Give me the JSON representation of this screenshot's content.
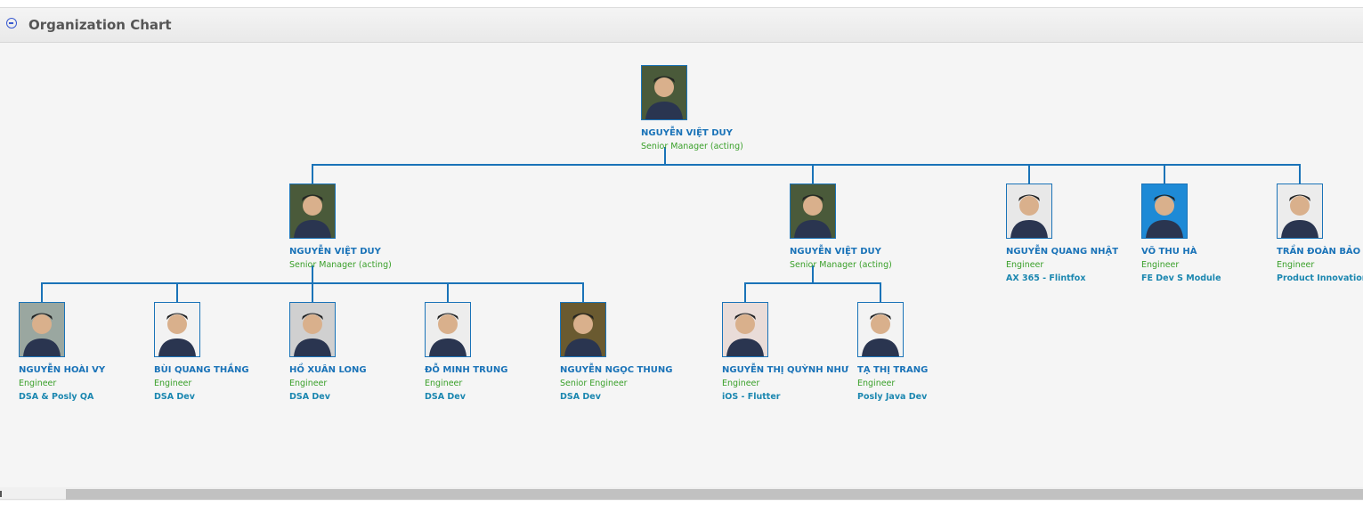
{
  "panel": {
    "title": "Organization Chart"
  },
  "nodes": [
    {
      "name": "NGUYỄN VIỆT DUY",
      "role": "Senior Manager (acting)",
      "dept": "",
      "photo_bg": "#4a5a3a"
    },
    {
      "name": "NGUYỄN VIỆT DUY",
      "role": "Senior Manager (acting)",
      "dept": "",
      "photo_bg": "#4a5a3a"
    },
    {
      "name": "NGUYỄN VIỆT DUY",
      "role": "Senior Manager (acting)",
      "dept": "",
      "photo_bg": "#4a5a3a"
    },
    {
      "name": "NGUYỄN QUANG NHẬT",
      "role": "Engineer",
      "dept": "AX 365 - Flintfox",
      "photo_bg": "#e8e8e8"
    },
    {
      "name": "VÕ THU HÀ",
      "role": "Engineer",
      "dept": "FE Dev S Module",
      "photo_bg": "#1e8ad6"
    },
    {
      "name": "TRẦN ĐOÀN BẢO LO",
      "role": "Engineer",
      "dept": "Product Innovation",
      "photo_bg": "#ececec"
    },
    {
      "name": "NGUYỄN HOÀI VY",
      "role": "Engineer",
      "dept": "DSA & Posly QA",
      "photo_bg": "#9aa7a0"
    },
    {
      "name": "BÙI QUANG THẮNG",
      "role": "Engineer",
      "dept": "DSA Dev",
      "photo_bg": "#f2f2f2"
    },
    {
      "name": "HỒ XUÂN LONG",
      "role": "Engineer",
      "dept": "DSA Dev",
      "photo_bg": "#d0d0d0"
    },
    {
      "name": "ĐỖ MINH TRUNG",
      "role": "Engineer",
      "dept": "DSA Dev",
      "photo_bg": "#ededed"
    },
    {
      "name": "NGUYỄN NGỌC THUNG",
      "role": "Senior Engineer",
      "dept": "DSA Dev",
      "photo_bg": "#6a5a30"
    },
    {
      "name": "NGUYỄN THỊ QUỲNH NHƯ",
      "role": "Engineer",
      "dept": "iOS - Flutter",
      "photo_bg": "#e9dcd8"
    },
    {
      "name": "TẠ THỊ TRANG",
      "role": "Engineer",
      "dept": "Posly Java Dev",
      "photo_bg": "#f3f3f3"
    }
  ]
}
